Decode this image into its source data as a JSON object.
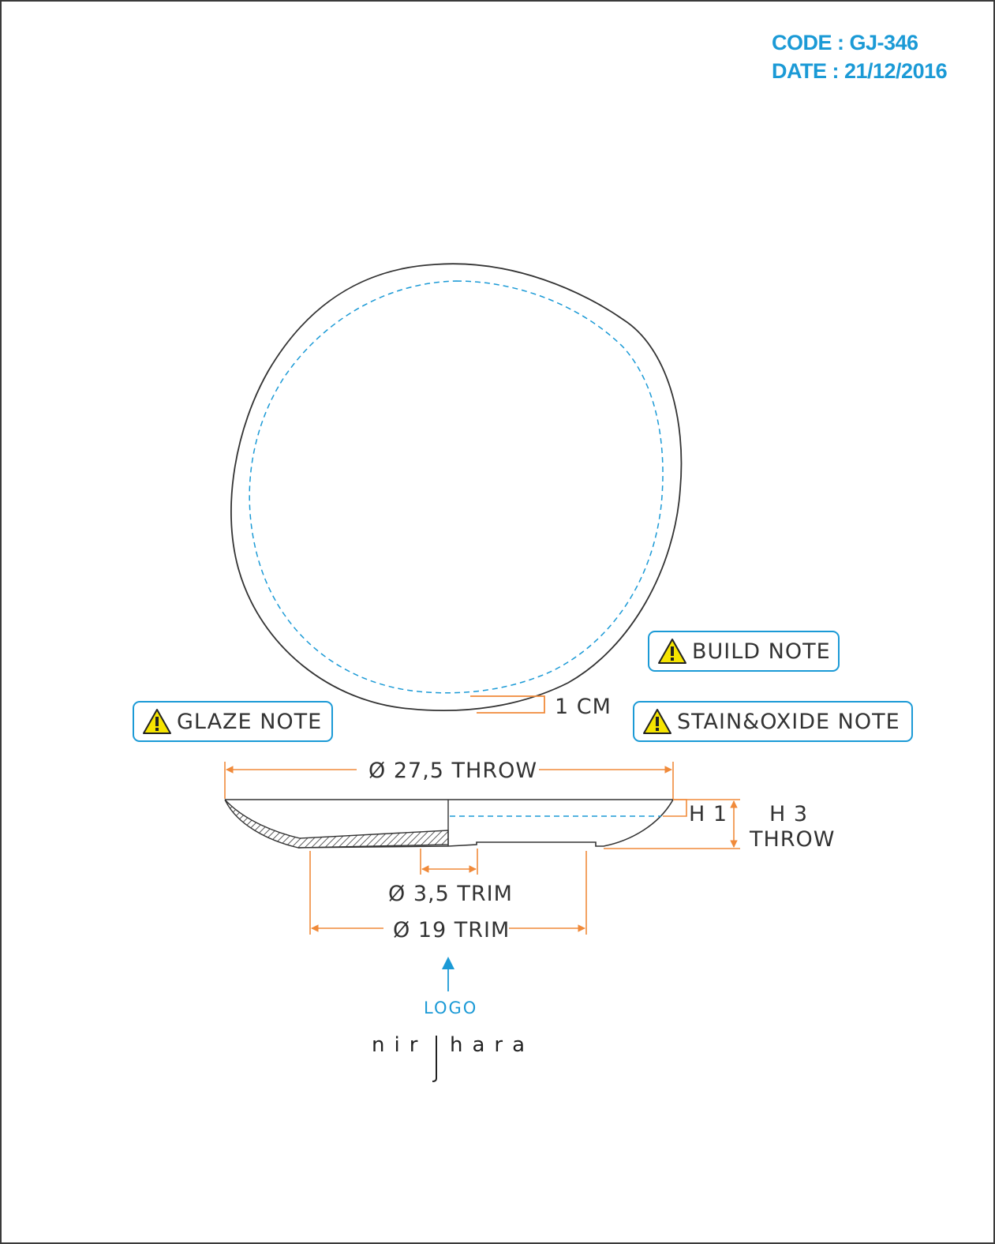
{
  "header": {
    "code": "CODE : GJ-346",
    "date": "DATE : 21/12/2016"
  },
  "notes": {
    "build": "BUILD NOTE",
    "glaze": "GLAZE NOTE",
    "stain": "STAIN&OXIDE NOTE",
    "icon": "warning-triangle-icon"
  },
  "dimensions": {
    "rim": "1 CM",
    "throw_diameter": "Ø 27,5 THROW",
    "height_inner": "H 1",
    "height_total_line1": "H 3",
    "height_total_line2": "THROW",
    "foot_inner": "Ø 3,5 TRIM",
    "foot_outer": "Ø 19 TRIM"
  },
  "logo": {
    "label": "LOGO",
    "brand_left": "nir",
    "brand_right": "hara"
  },
  "colors": {
    "accent_blue": "#1b9ad6",
    "dimension_orange": "#f08a3a",
    "outline": "#333333"
  }
}
